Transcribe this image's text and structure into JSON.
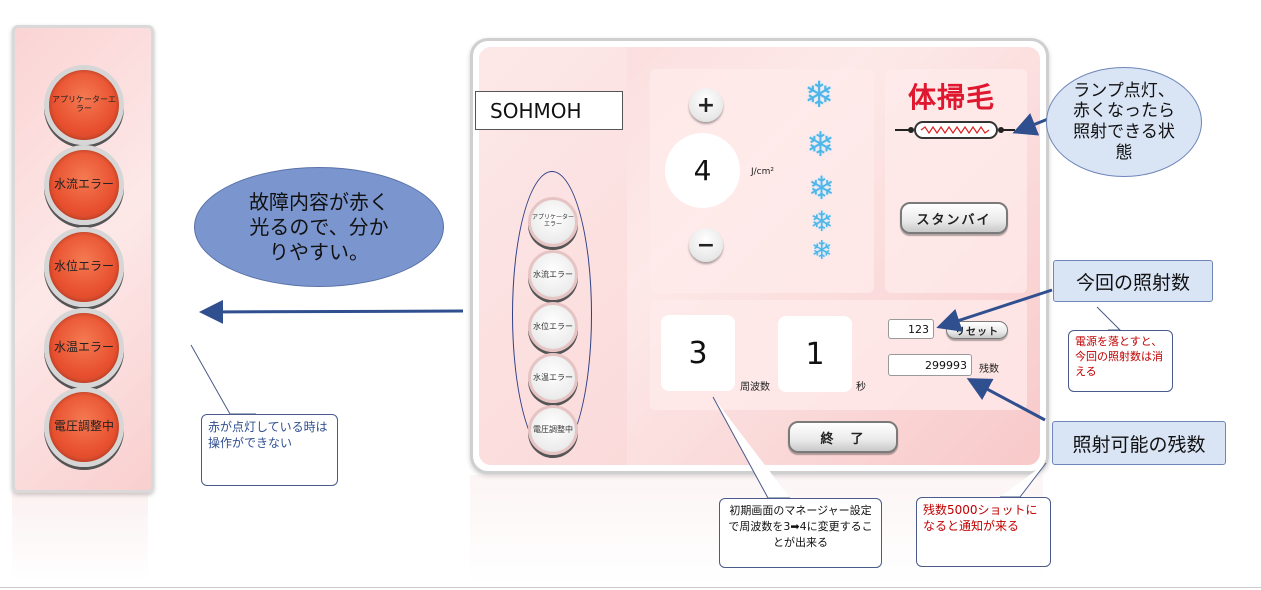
{
  "left_panel": {
    "errors": [
      "アプリケーターエラー",
      "水流エラー",
      "水位エラー",
      "水温エラー",
      "電圧調整中"
    ]
  },
  "device": {
    "brand": "SOHMOH",
    "errors": [
      "アプリケーターエラー",
      "水流エラー",
      "水位エラー",
      "水温エラー",
      "電圧調整中"
    ],
    "energy": {
      "plus_label": "+",
      "minus_label": "−",
      "value": "4",
      "unit": "J/cm²"
    },
    "hair_removal": {
      "title": "体掃毛",
      "standby_label": "スタンバイ"
    },
    "frequency": {
      "value": "3",
      "label": "周波数"
    },
    "seconds": {
      "value": "1",
      "label": "秒"
    },
    "shot_count": "123",
    "reset_label": "リセット",
    "remaining_count": "299993",
    "remaining_label": "残数",
    "end_label": "終　了"
  },
  "callouts": {
    "error_visible": "故障内容が赤く光るので、分かりやすい。",
    "red_lit": "赤が点灯している時は操作ができない",
    "lamp": "ランプ点灯、赤くなったら照射できる状態",
    "current_shots": "今回の照射数",
    "power_off": "電源を落とすと、今回の照射数は消える",
    "remaining_shots": "照射可能の残数",
    "remaining_notice": "残数5000ショットになると通知が来る",
    "manager": "初期画面のマネージャー設定で周波数を3➡4に変更することが出来る"
  },
  "colors": {
    "error_red": "#e8502f",
    "device_pink": "#fcd9d9",
    "callout_blue": "#7b96cf",
    "arrow_blue": "#2f4f8f",
    "title_red": "#e0182f"
  }
}
